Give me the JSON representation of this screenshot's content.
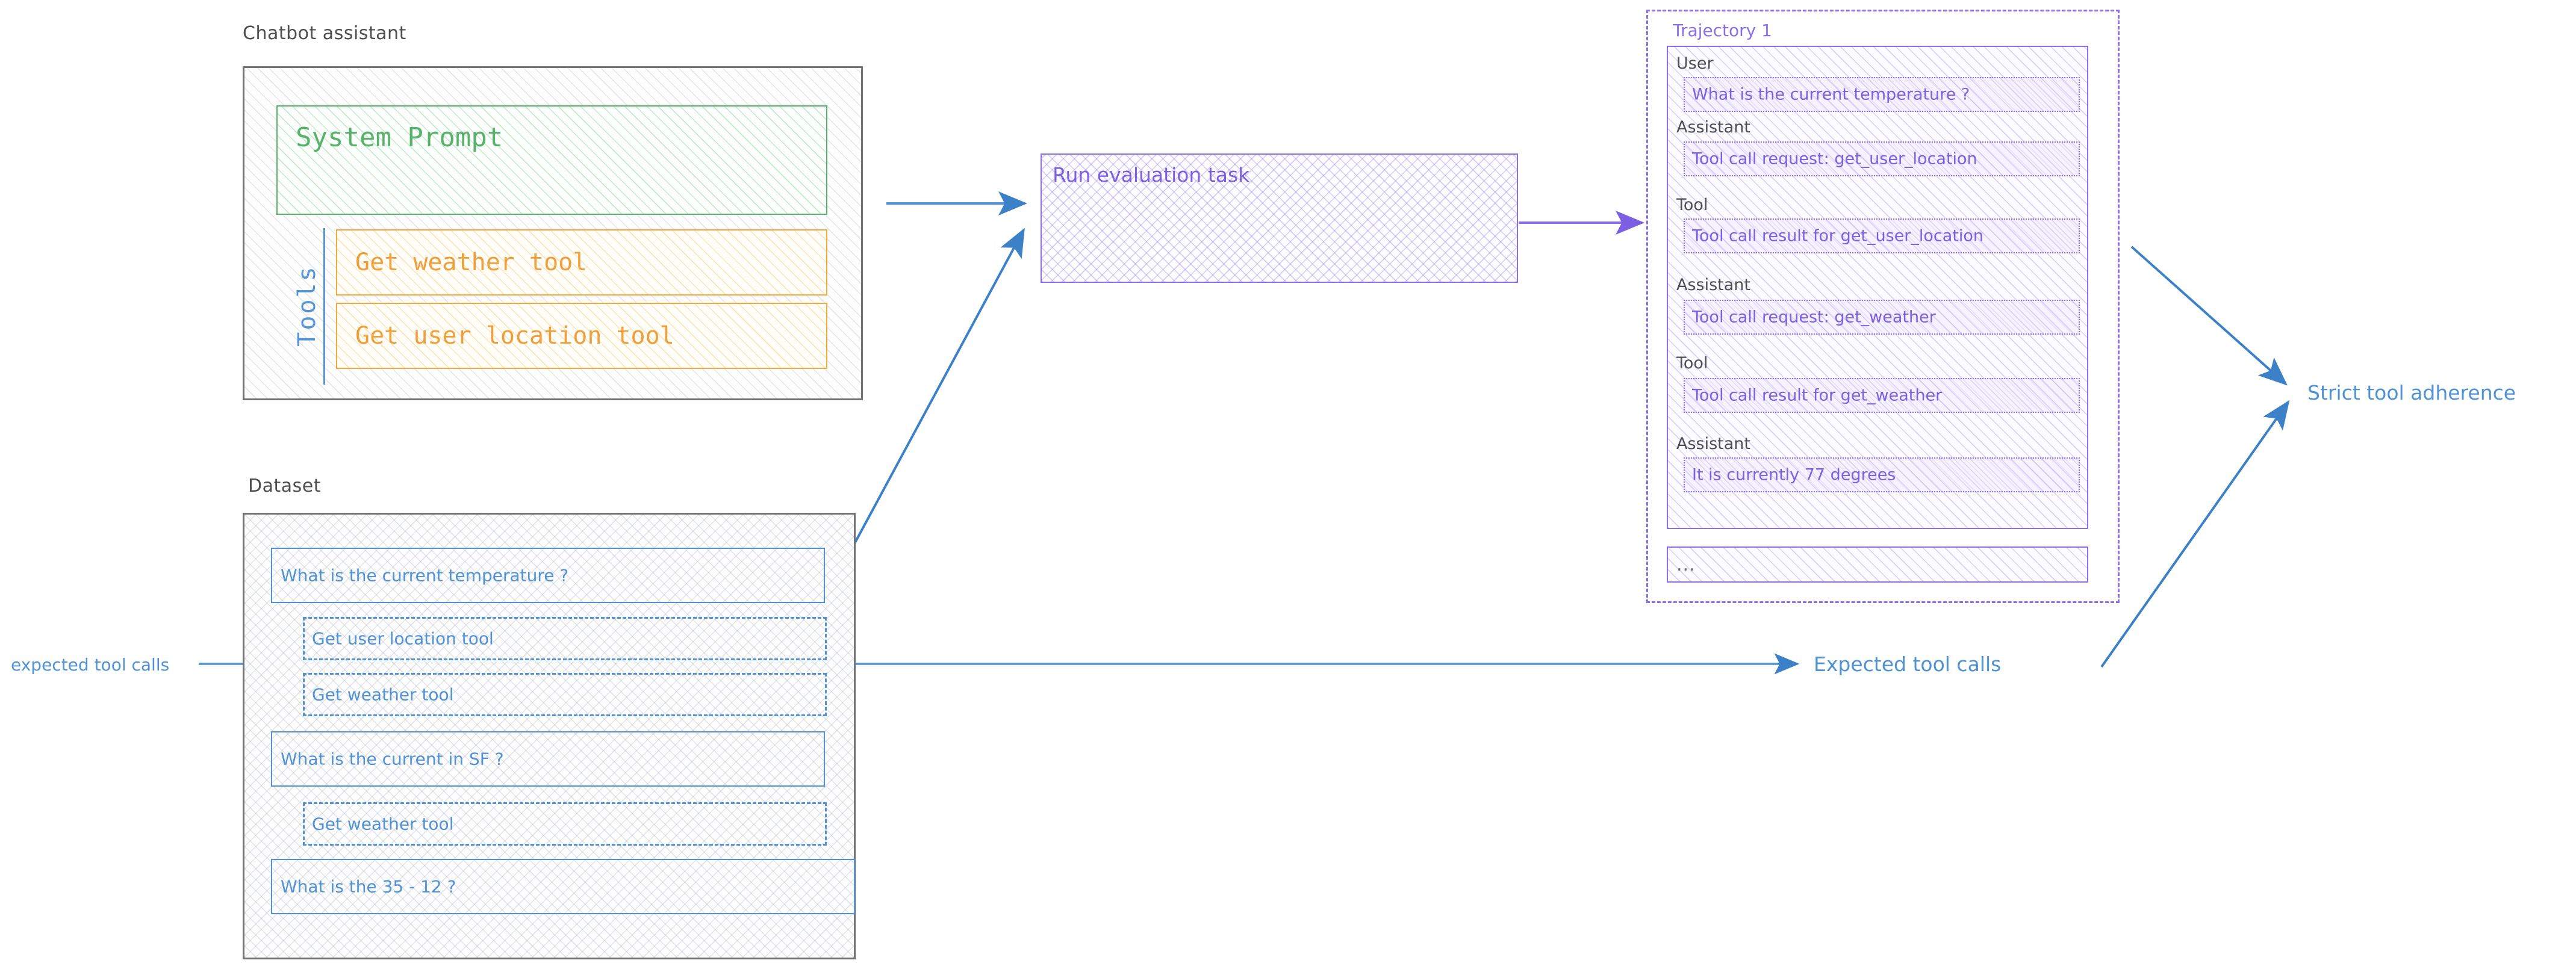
{
  "chatbot_panel": {
    "title": "Chatbot assistant",
    "system_prompt_label": "System Prompt",
    "tools_rail_label": "Tools",
    "tools": [
      {
        "label": "Get weather tool"
      },
      {
        "label": "Get user location tool"
      }
    ]
  },
  "run_eval": {
    "label": "Run evaluation task"
  },
  "trajectory": {
    "title": "Trajectory 1",
    "messages": [
      {
        "role": "User",
        "text": "What is the current temperature ?"
      },
      {
        "role": "Assistant",
        "text": "Tool call request: get_user_location"
      },
      {
        "role": "Tool",
        "text": "Tool call result for get_user_location"
      },
      {
        "role": "Assistant",
        "text": "Tool call request: get_weather"
      },
      {
        "role": "Tool",
        "text": "Tool call result for get_weather"
      },
      {
        "role": "Assistant",
        "text": "It is currently 77 degrees"
      }
    ],
    "ellipsis": "..."
  },
  "dataset_panel": {
    "title": "Dataset",
    "rows": [
      {
        "kind": "question",
        "text": "What is the current temperature ?"
      },
      {
        "kind": "tool",
        "text": "Get user location tool"
      },
      {
        "kind": "tool",
        "text": "Get weather tool"
      },
      {
        "kind": "question",
        "text": "What is the current in SF ?"
      },
      {
        "kind": "tool",
        "text": "Get weather tool"
      },
      {
        "kind": "question",
        "text": "What is the 35 - 12 ?"
      }
    ]
  },
  "annotations": {
    "expected_tool_calls_left": "expected tool calls",
    "expected_tool_calls_right": "Expected tool calls",
    "strict_tool_adherence": "Strict tool adherence"
  },
  "colors": {
    "gray_border": "#737373",
    "green": "#55b36b",
    "orange": "#f5a93c",
    "blue": "#4f92d6",
    "purple": "#8a6fe8",
    "text_gray": "#4f4f4f"
  }
}
